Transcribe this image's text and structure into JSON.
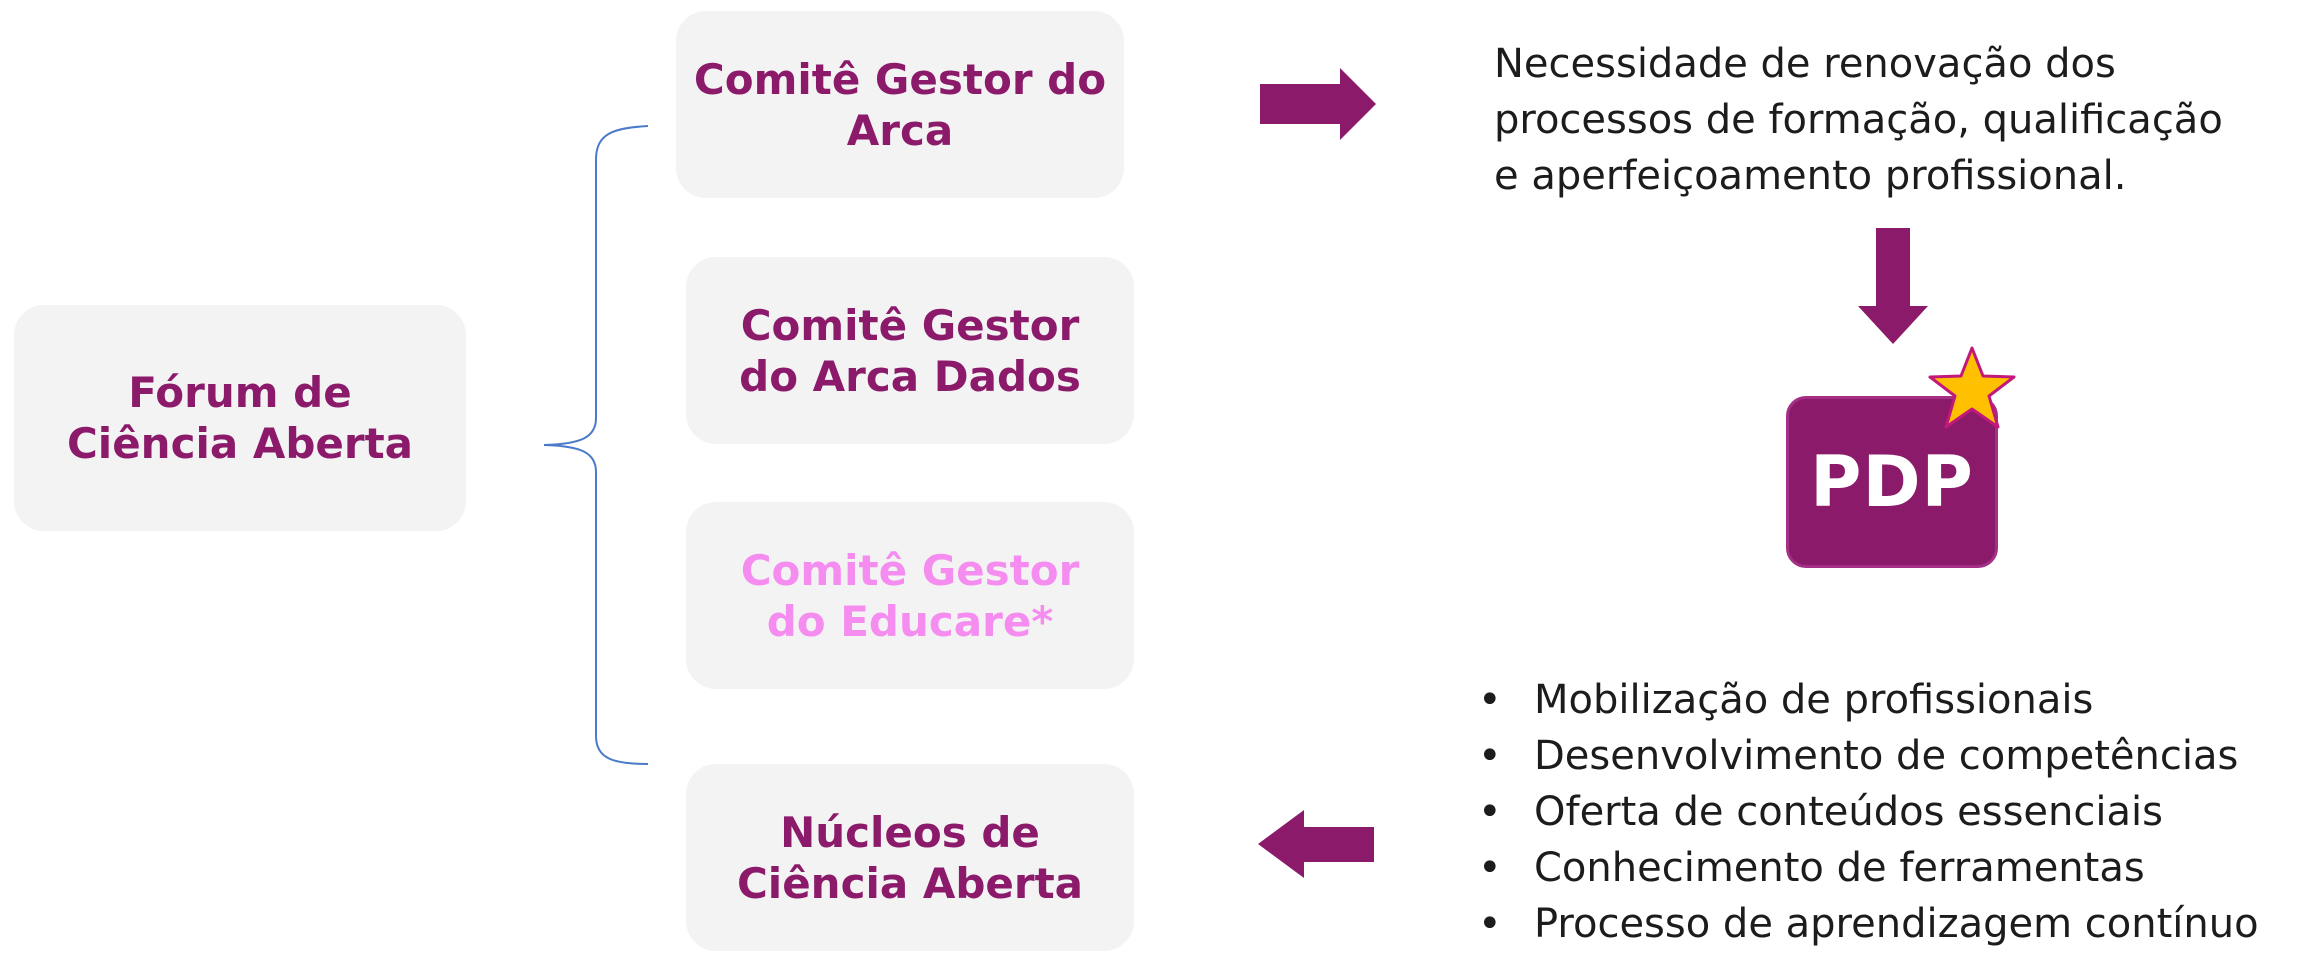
{
  "forum": {
    "label": "Fórum de\nCiência Aberta"
  },
  "committees": [
    {
      "label": "Comitê Gestor do\nArca"
    },
    {
      "label": "Comitê Gestor\ndo Arca Dados"
    },
    {
      "label": "Comitê Gestor\ndo Educare*"
    },
    {
      "label": "Núcleos de\nCiência Aberta"
    }
  ],
  "top_text": "Necessidade de renovação dos\nprocessos de formação, qualificação\ne aperfeiçoamento profissional.",
  "pdp": {
    "label": "PDP"
  },
  "bullets": [
    "Mobilização de profissionais",
    "Desenvolvimento de competências",
    "Oferta de conteúdos essenciais",
    "Conhecimento de ferramentas",
    "Processo de aprendizagem contínuo"
  ],
  "bullet_symbol": "•",
  "colors": {
    "accent": "#8b1a6b",
    "faded_text": "#f58df0",
    "box_background": "#f3f3f3",
    "bracket": "#4a7ac8",
    "star_fill": "#ffc000",
    "star_stroke": "#c2187a"
  },
  "icons": {
    "bracket": "curly-brace-icon",
    "arrow_right": "arrow-right-icon",
    "arrow_down": "arrow-down-icon",
    "arrow_left": "arrow-left-icon",
    "star": "star-icon"
  }
}
